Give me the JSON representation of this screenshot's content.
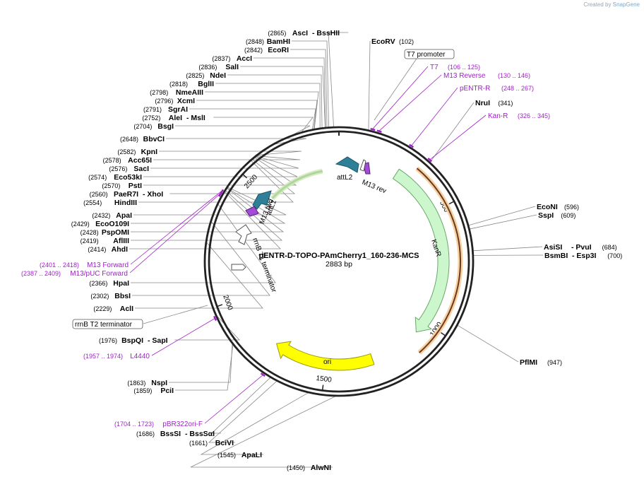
{
  "branding": {
    "prefix": "Created by",
    "name": "SnapGene"
  },
  "plasmid": {
    "name": "pENTR-D-TOPO-PAmCherry1_160-236-MCS",
    "length_text": "2883 bp",
    "length": 2883
  },
  "ticks": [
    {
      "pos": 500,
      "label": "500"
    },
    {
      "pos": 1000,
      "label": "1000"
    },
    {
      "pos": 1500,
      "label": "1500"
    },
    {
      "pos": 2000,
      "label": "2000"
    },
    {
      "pos": 2500,
      "label": "2500"
    }
  ],
  "enzymes_left": [
    {
      "name": "AscI",
      "extra": "BssHII",
      "pos": "(2865)",
      "site": 2865
    },
    {
      "name": "BamHI",
      "pos": "(2848)",
      "site": 2848
    },
    {
      "name": "EcoRI",
      "pos": "(2842)",
      "site": 2842
    },
    {
      "name": "AccI",
      "pos": "(2837)",
      "site": 2837
    },
    {
      "name": "SalI",
      "pos": "(2836)",
      "site": 2836
    },
    {
      "name": "NdeI",
      "pos": "(2825)",
      "site": 2825
    },
    {
      "name": "BglII",
      "pos": "(2818)",
      "site": 2818
    },
    {
      "name": "NmeAIII",
      "pos": "(2798)",
      "site": 2798
    },
    {
      "name": "XcmI",
      "pos": "(2796)",
      "site": 2796
    },
    {
      "name": "SgrAI",
      "pos": "(2791)",
      "site": 2791
    },
    {
      "name": "AleI",
      "extra": "MslI",
      "pos": "(2752)",
      "site": 2752
    },
    {
      "name": "BsgI",
      "pos": "(2704)",
      "site": 2704
    },
    {
      "name": "BbvCI",
      "pos": "(2648)",
      "site": 2648
    },
    {
      "name": "KpnI",
      "pos": "(2582)",
      "site": 2582
    },
    {
      "name": "Acc65I",
      "pos": "(2578)",
      "site": 2578
    },
    {
      "name": "SacI",
      "pos": "(2576)",
      "site": 2576
    },
    {
      "name": "Eco53kI",
      "pos": "(2574)",
      "site": 2574
    },
    {
      "name": "PstI",
      "pos": "(2570)",
      "site": 2570
    },
    {
      "name": "PaeR7I",
      "extra": "XhoI",
      "pos": "(2560)",
      "site": 2560
    },
    {
      "name": "HindIII",
      "pos": "(2554)",
      "site": 2554
    },
    {
      "name": "ApaI",
      "pos": "(2432)",
      "site": 2432
    },
    {
      "name": "EcoO109I",
      "pos": "(2429)",
      "site": 2429
    },
    {
      "name": "PspOMI",
      "pos": "(2428)",
      "site": 2428
    },
    {
      "name": "AflIII",
      "pos": "(2419)",
      "site": 2419
    },
    {
      "name": "AhdI",
      "pos": "(2414)",
      "site": 2414
    },
    {
      "name": "HpaI",
      "pos": "(2366)",
      "site": 2366
    },
    {
      "name": "BbsI",
      "pos": "(2302)",
      "site": 2302
    },
    {
      "name": "AclI",
      "pos": "(2229)",
      "site": 2229
    },
    {
      "name": "BspQI",
      "extra": "SapI",
      "pos": "(1976)",
      "site": 1976
    },
    {
      "name": "NspI",
      "pos": "(1863)",
      "site": 1863
    },
    {
      "name": "PciI",
      "pos": "(1859)",
      "site": 1859
    },
    {
      "name": "BssSI",
      "extra": "BssSαI",
      "pos": "(1686)",
      "site": 1686
    },
    {
      "name": "BciVI",
      "pos": "(1661)",
      "site": 1661
    },
    {
      "name": "ApaLI",
      "pos": "(1545)",
      "site": 1545
    },
    {
      "name": "AlwNI",
      "pos": "(1450)",
      "site": 1450
    }
  ],
  "enzymes_right": [
    {
      "name": "EcoRV",
      "pos": "(102)",
      "site": 102
    },
    {
      "name": "NruI",
      "pos": "(341)",
      "site": 341
    },
    {
      "name": "EcoNI",
      "pos": "(596)",
      "site": 596
    },
    {
      "name": "SspI",
      "pos": "(609)",
      "site": 609
    },
    {
      "name": "AsiSI",
      "extra": "PvuI",
      "pos": "(684)",
      "site": 684
    },
    {
      "name": "BsmBI",
      "extra": "Esp3I",
      "pos": "(700)",
      "site": 700
    },
    {
      "name": "PflMI",
      "pos": "(947)",
      "site": 947
    }
  ],
  "primers": [
    {
      "name": "T7",
      "range": "(106 .. 125)",
      "site": 115
    },
    {
      "name": "M13 Reverse",
      "range": "(130 .. 146)",
      "site": 138
    },
    {
      "name": "pENTR-R",
      "range": "(248 .. 267)",
      "site": 257
    },
    {
      "name": "Kan-R",
      "range": "(326 .. 345)",
      "site": 335
    },
    {
      "name": "M13 Forward",
      "range": "(2401 .. 2418)",
      "site": 2409
    },
    {
      "name": "M13/pUC Forward",
      "range": "(2387 .. 2409)",
      "site": 2398
    },
    {
      "name": "L4440",
      "range": "(1957 .. 1974)",
      "site": 1965
    },
    {
      "name": "pBR322ori-F",
      "range": "(1704 .. 1723)",
      "site": 1713
    }
  ],
  "boxed_labels": [
    {
      "name": "T7 promoter"
    },
    {
      "name": "rrnB T2 terminator"
    }
  ],
  "features": [
    {
      "name": "attL2",
      "color": "#2e7f97"
    },
    {
      "name": "M13 rev",
      "color": "#a24bd6"
    },
    {
      "name": "attL1",
      "color": "#2e7f97"
    },
    {
      "name": "M13 fwd",
      "color": "#a24bd6"
    },
    {
      "name": "rrnB T1 terminator",
      "color": "#ffffff"
    },
    {
      "name": "KanR",
      "color": "#ccf7cc"
    },
    {
      "name": "ori",
      "color": "#ffff00"
    },
    {
      "name": "PAmCherry1_160-236",
      "color": "#2e8b57"
    },
    {
      "name": "Kan-R ORF",
      "color": "#d98a2b"
    }
  ]
}
